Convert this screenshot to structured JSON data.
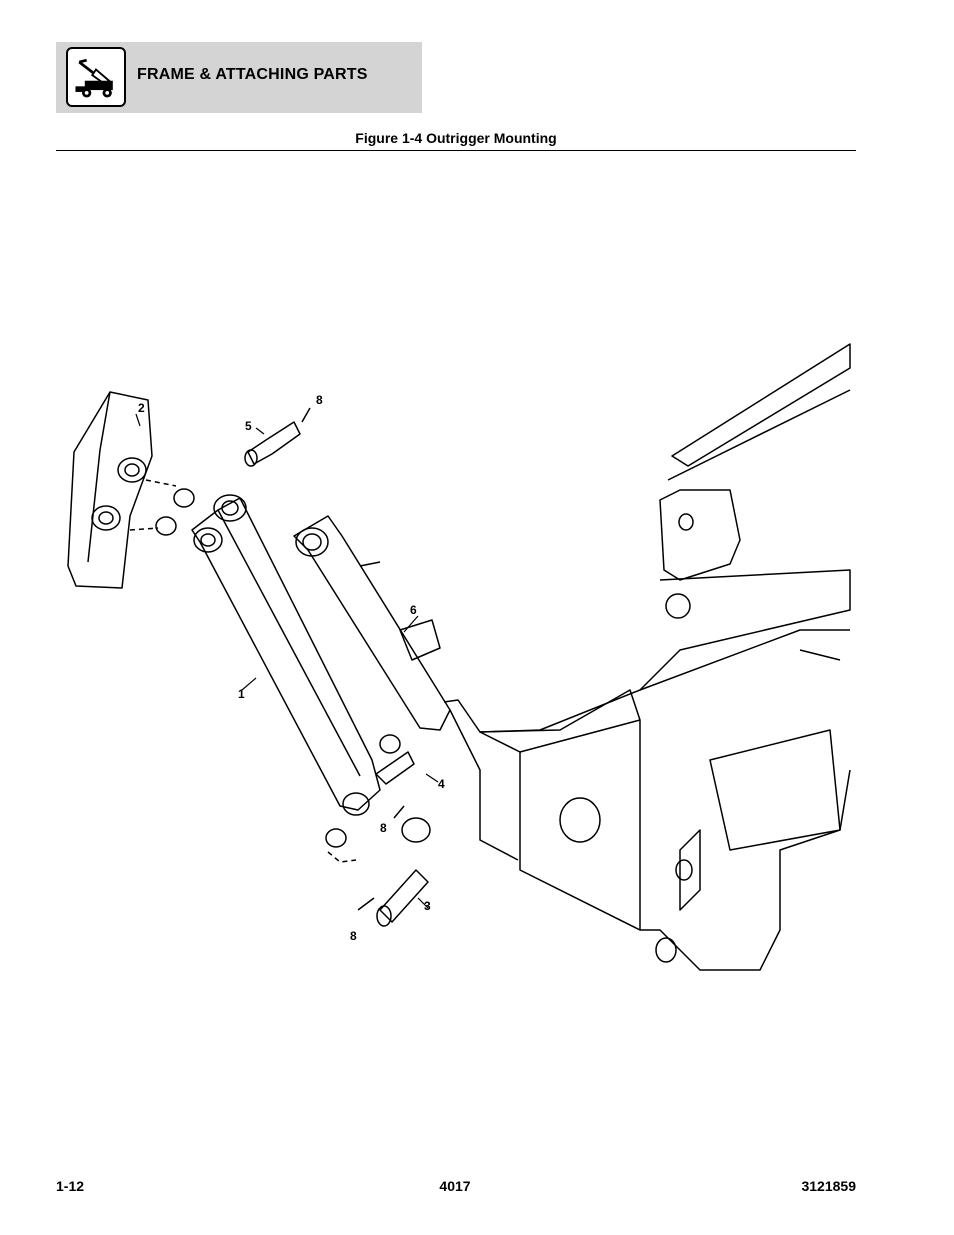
{
  "header": {
    "section_title": "FRAME & ATTACHING PARTS",
    "icon": "telehandler-icon"
  },
  "figure": {
    "title": "Figure 1-4 Outrigger Mounting",
    "callouts": {
      "c1": "1",
      "c2": "2",
      "c3": "3",
      "c4": "4",
      "c5": "5",
      "c6": "6",
      "c8a": "8",
      "c8b": "8",
      "c8c": "8"
    }
  },
  "footer": {
    "page_number": "1-12",
    "model": "4017",
    "part_number": "3121859"
  }
}
